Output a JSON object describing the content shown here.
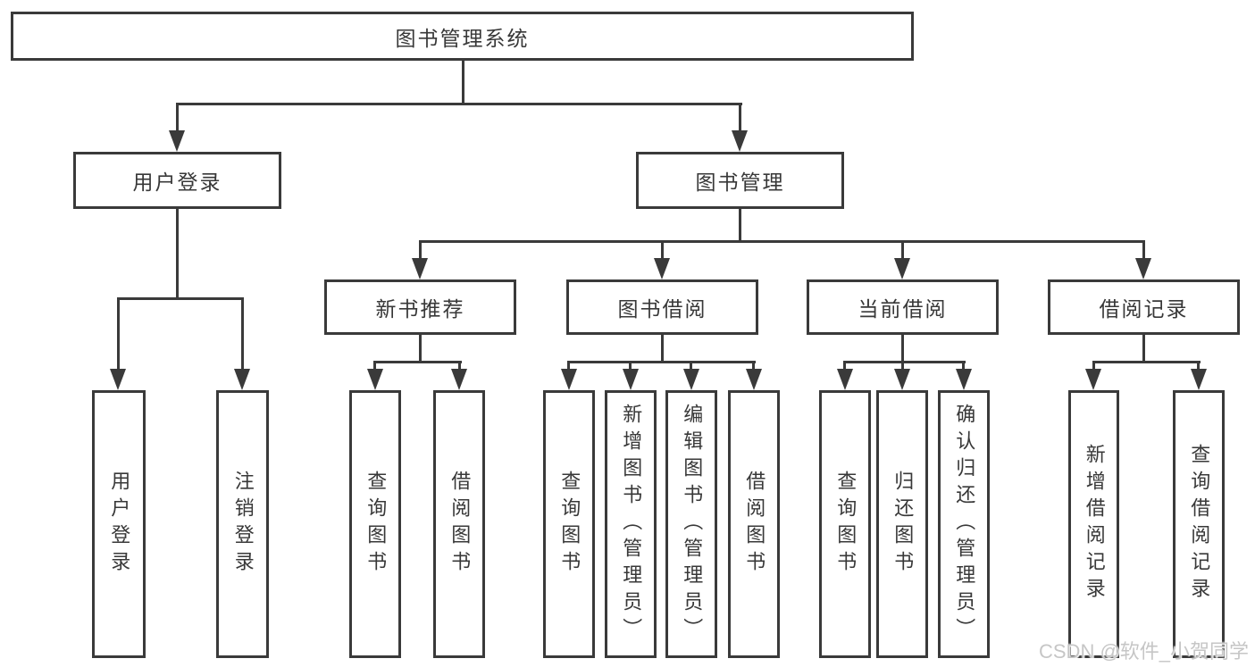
{
  "diagram": {
    "title": "图书管理系统",
    "root": {
      "label": "图书管理系统"
    },
    "level1": [
      {
        "id": "user-login",
        "label": "用户登录",
        "children": [
          {
            "label": "用户登录"
          },
          {
            "label": "注销登录"
          }
        ]
      },
      {
        "id": "book-management",
        "label": "图书管理",
        "children": [
          {
            "label": "新书推荐",
            "children": [
              {
                "label": "查询图书"
              },
              {
                "label": "借阅图书"
              }
            ]
          },
          {
            "label": "图书借阅",
            "children": [
              {
                "label": "查询图书"
              },
              {
                "label": "新增图书（管理员）"
              },
              {
                "label": "编辑图书（管理员）"
              },
              {
                "label": "借阅图书"
              }
            ]
          },
          {
            "label": "当前借阅",
            "children": [
              {
                "label": "查询图书"
              },
              {
                "label": "归还图书"
              },
              {
                "label": "确认归还（管理员）"
              }
            ]
          },
          {
            "label": "借阅记录",
            "children": [
              {
                "label": "新增借阅记录"
              },
              {
                "label": "查询借阅记录"
              }
            ]
          }
        ]
      }
    ]
  },
  "watermark": {
    "text": "CSDN @软件_小贺同学",
    "color": "#c6c6c6"
  },
  "colors": {
    "line": "#3a3a3a",
    "text": "#383838",
    "background": "#ffffff"
  }
}
